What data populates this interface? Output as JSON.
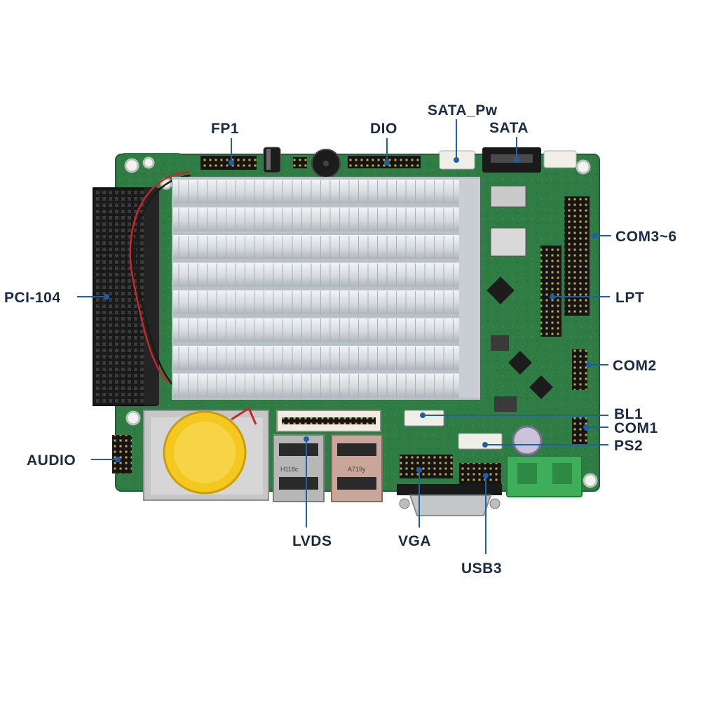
{
  "labels": {
    "fp1": "FP1",
    "dio": "DIO",
    "sata_pw": "SATA_Pw",
    "sata": "SATA",
    "com3_6": "COM3~6",
    "pci104": "PCI-104",
    "lpt": "LPT",
    "com2": "COM2",
    "bl1": "BL1",
    "com1": "COM1",
    "ps2": "PS2",
    "audio": "AUDIO",
    "lvds": "LVDS",
    "vga": "VGA",
    "usb3": "USB3"
  },
  "chips": {
    "lan1": "H118c",
    "lan2": "A719y"
  },
  "colors": {
    "pcb": "#2f7d45",
    "pcb_dark": "#1f5e33",
    "heatsink": "#d8dde2",
    "label": "#1b2b45",
    "leader": "#1f5fa8",
    "battery": "#f4c81e",
    "terminal": "#3fae5a"
  }
}
